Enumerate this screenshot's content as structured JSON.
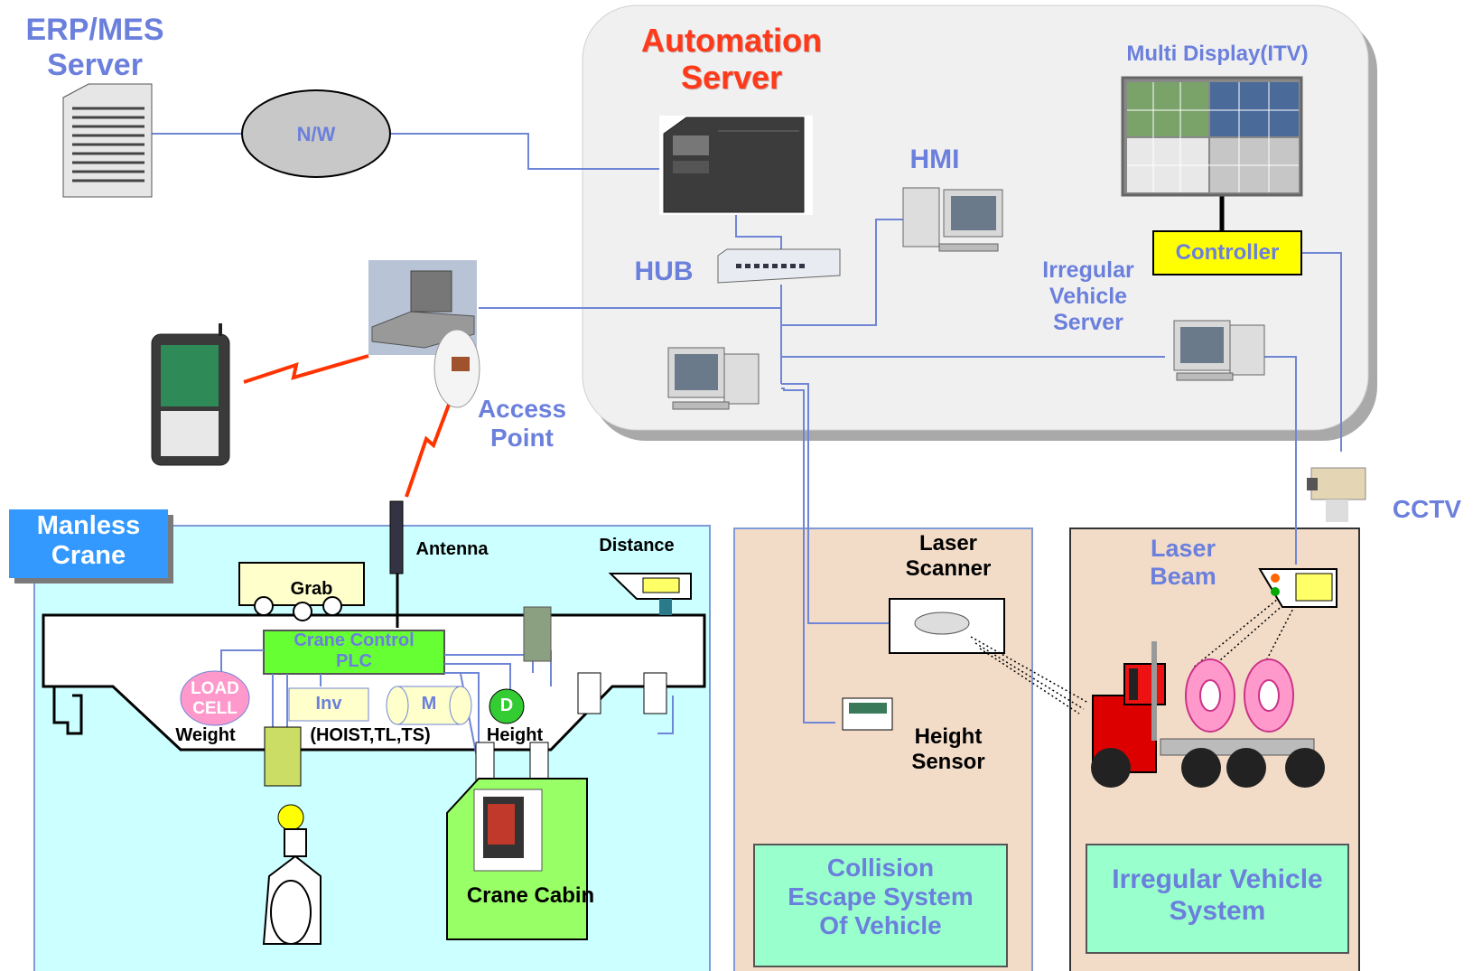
{
  "erp": {
    "title": "ERP/MES\nServer"
  },
  "network": {
    "label": "N/W"
  },
  "automation": {
    "title": "Automation\nServer"
  },
  "multi_display": {
    "title": "Multi Display(ITV)"
  },
  "hmi": {
    "label": "HMI"
  },
  "hub": {
    "label": "HUB"
  },
  "controller": {
    "label": "Controller"
  },
  "irregular_server": {
    "label": "Irregular\nVehicle\nServer"
  },
  "access_point": {
    "label": "Access\nPoint"
  },
  "cctv": {
    "label": "CCTV"
  },
  "manless_crane": {
    "title": "Manless\nCrane",
    "antenna": "Antenna",
    "distance": "Distance",
    "grab": "Grab",
    "plc": "Crane Control\nPLC",
    "load_cell": "LOAD\nCELL",
    "inv": "Inv",
    "motor": "M",
    "d": "D",
    "weight": "Weight",
    "hoist": "(HOIST,TL,TS)",
    "height": "Height",
    "cabin": "Crane Cabin"
  },
  "collision": {
    "laser_scanner": "Laser\nScanner",
    "height_sensor": "Height\nSensor",
    "system": "Collision\nEscape System\nOf Vehicle"
  },
  "irregular": {
    "laser_beam": "Laser\nBeam",
    "system": "Irregular Vehicle\nSystem"
  },
  "colors": {
    "line": "#6f86d6",
    "label_blue": "#6b7fdc",
    "automation_red": "#ff3a1a",
    "crane_bg": "#ccffff",
    "sensor_bg": "#f2dcc8",
    "system_box": "#99ffcc",
    "plc_green": "#66ff33",
    "controller_yellow": "#ffff00"
  }
}
